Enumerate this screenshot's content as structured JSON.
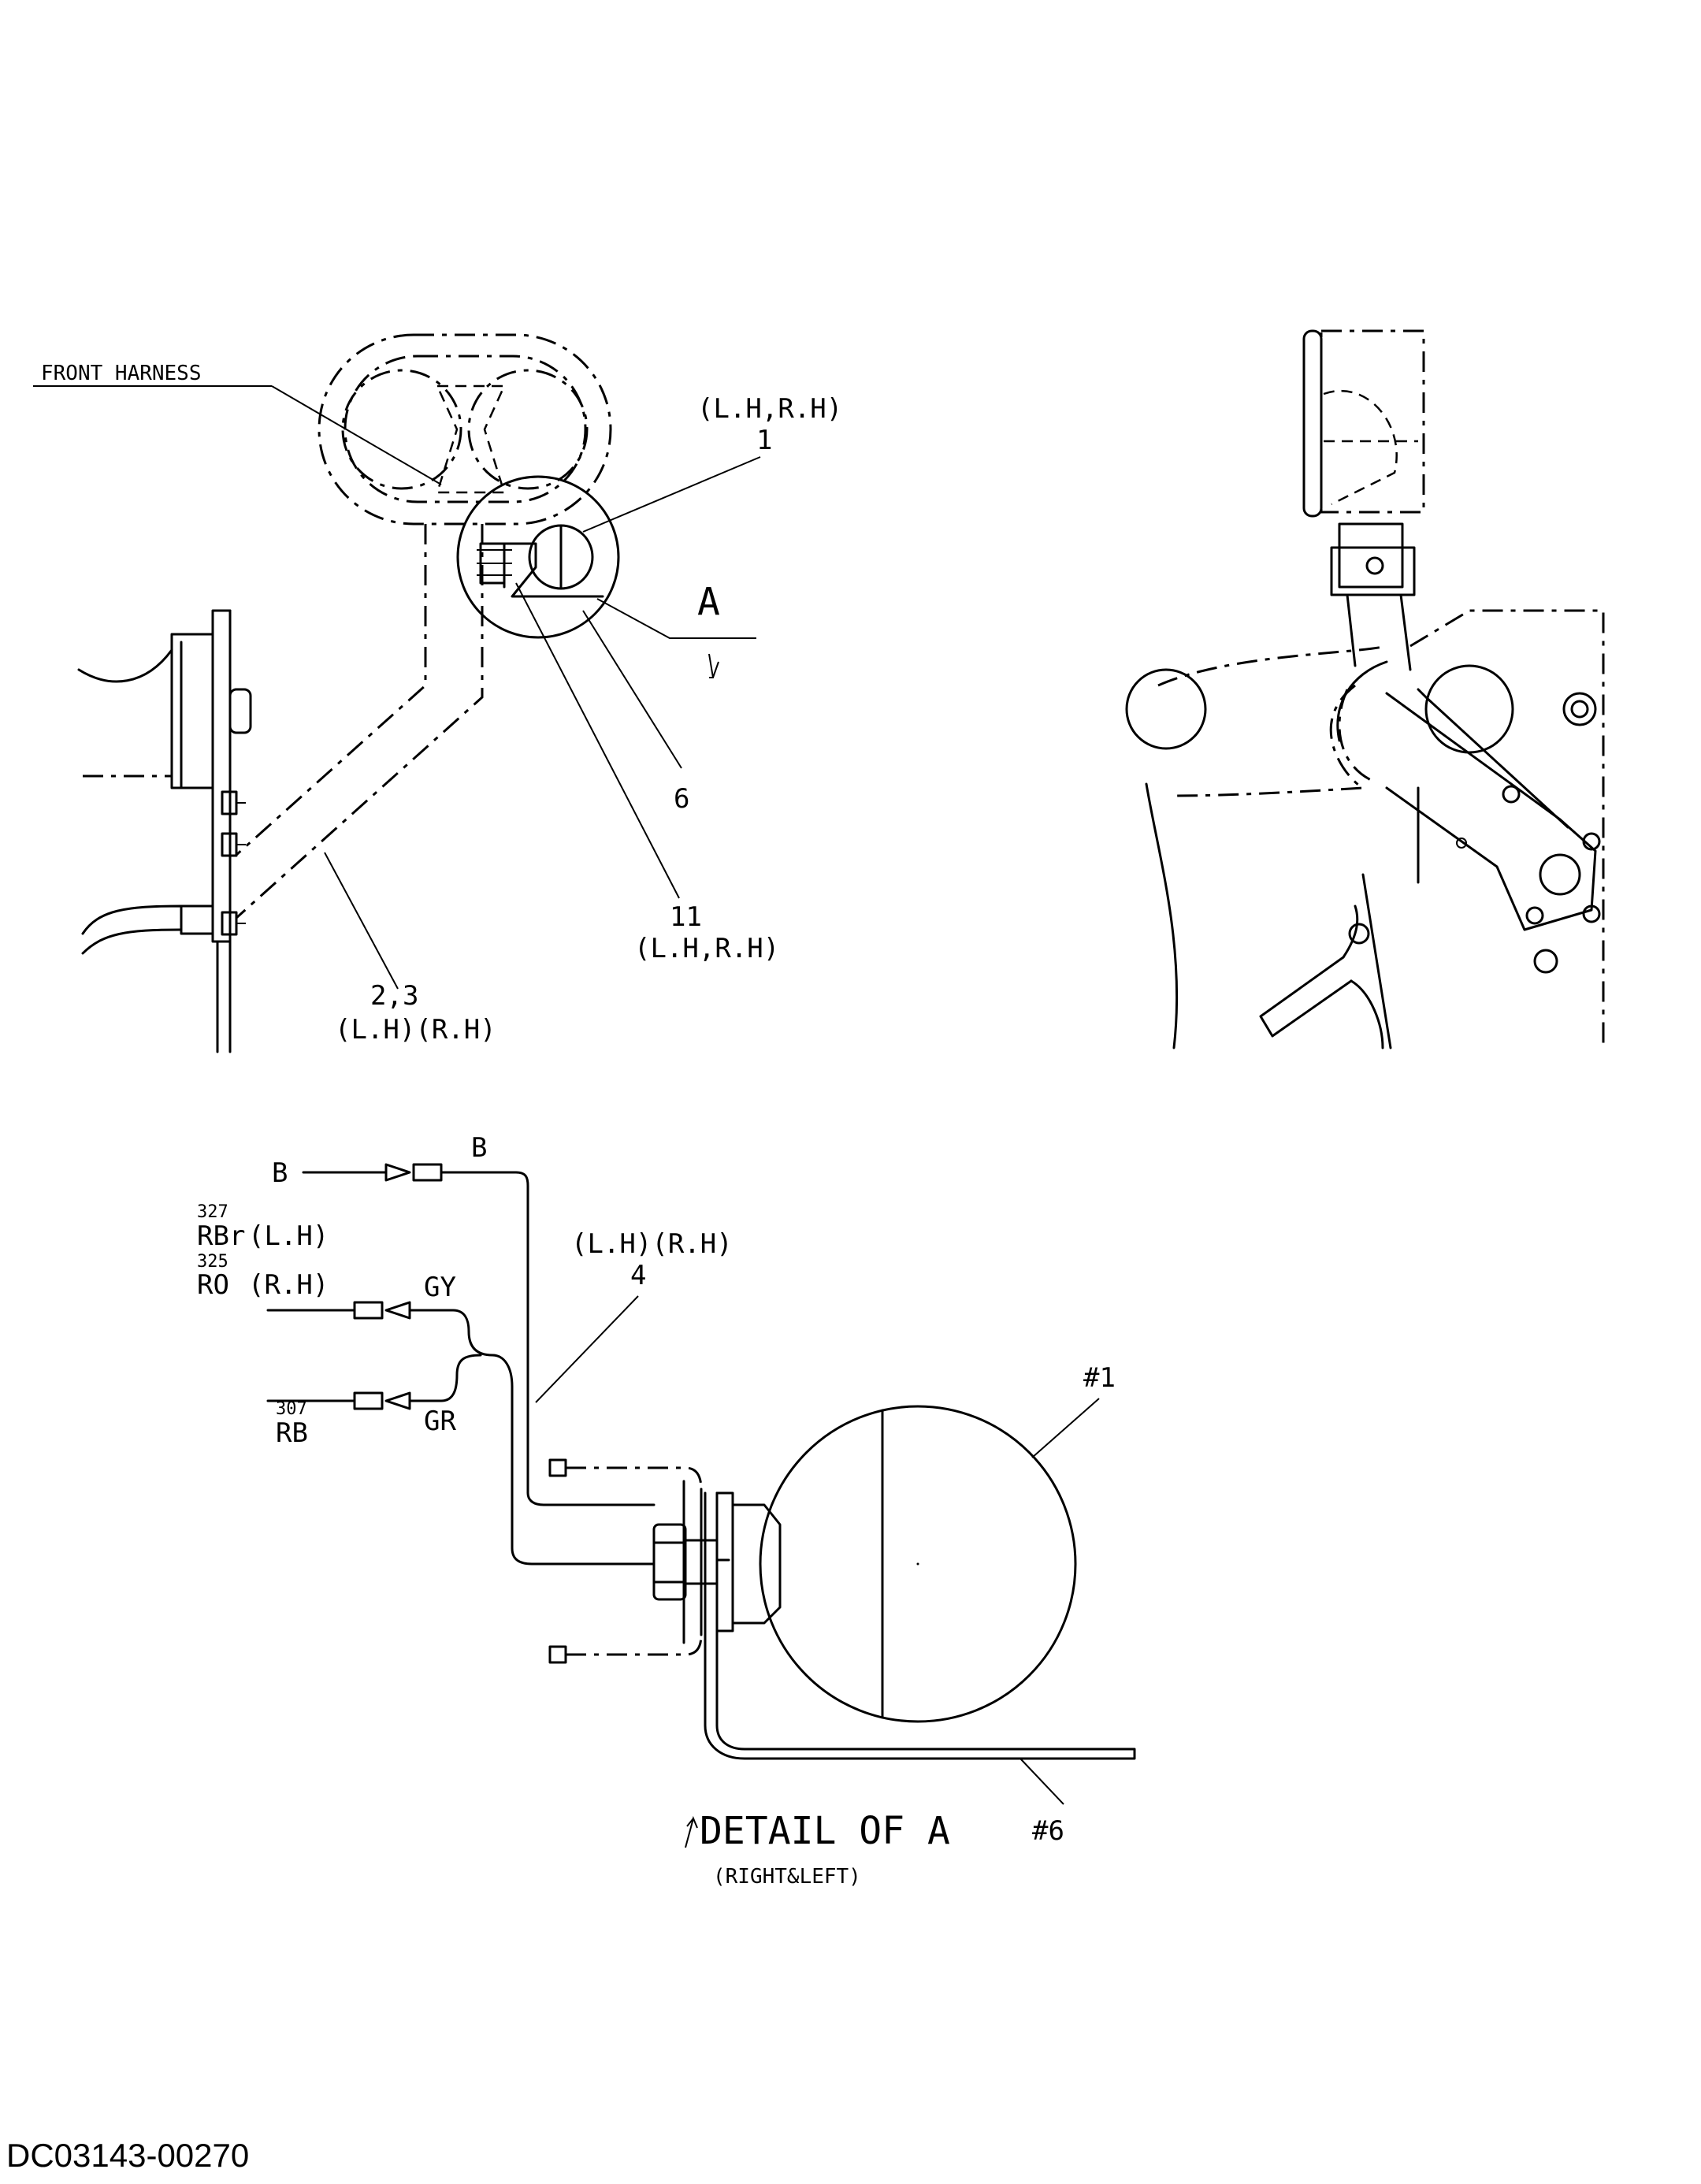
{
  "labels": {
    "front_harness": "FRONT HARNESS",
    "lh_rh_top": "(L.H,R.H)",
    "part_1": "1",
    "view_a": "A",
    "part_6": "6",
    "part_11": "11",
    "lh_rh_11": "(L.H,R.H)",
    "part_2_3": "2,3",
    "lh_rh_2_3": "(L.H)(R.H)",
    "wire_b_left": "B",
    "wire_b_right": "B",
    "code_327": "327",
    "wire_rbr": "RBr",
    "rbr_side": "(L.H)",
    "code_325": "325",
    "wire_ro": "RO",
    "ro_side": "(R.H)",
    "wire_gy": "GY",
    "lh_rh_4": "(L.H)(R.H)",
    "part_4": "4",
    "code_307": "307",
    "wire_rb": "RB",
    "wire_gr": "GR",
    "ref_1": "#1",
    "ref_6": "#6",
    "detail_title": "DETAIL OF A",
    "detail_sub": "(RIGHT&LEFT)"
  },
  "document_id": "DC03143-00270"
}
